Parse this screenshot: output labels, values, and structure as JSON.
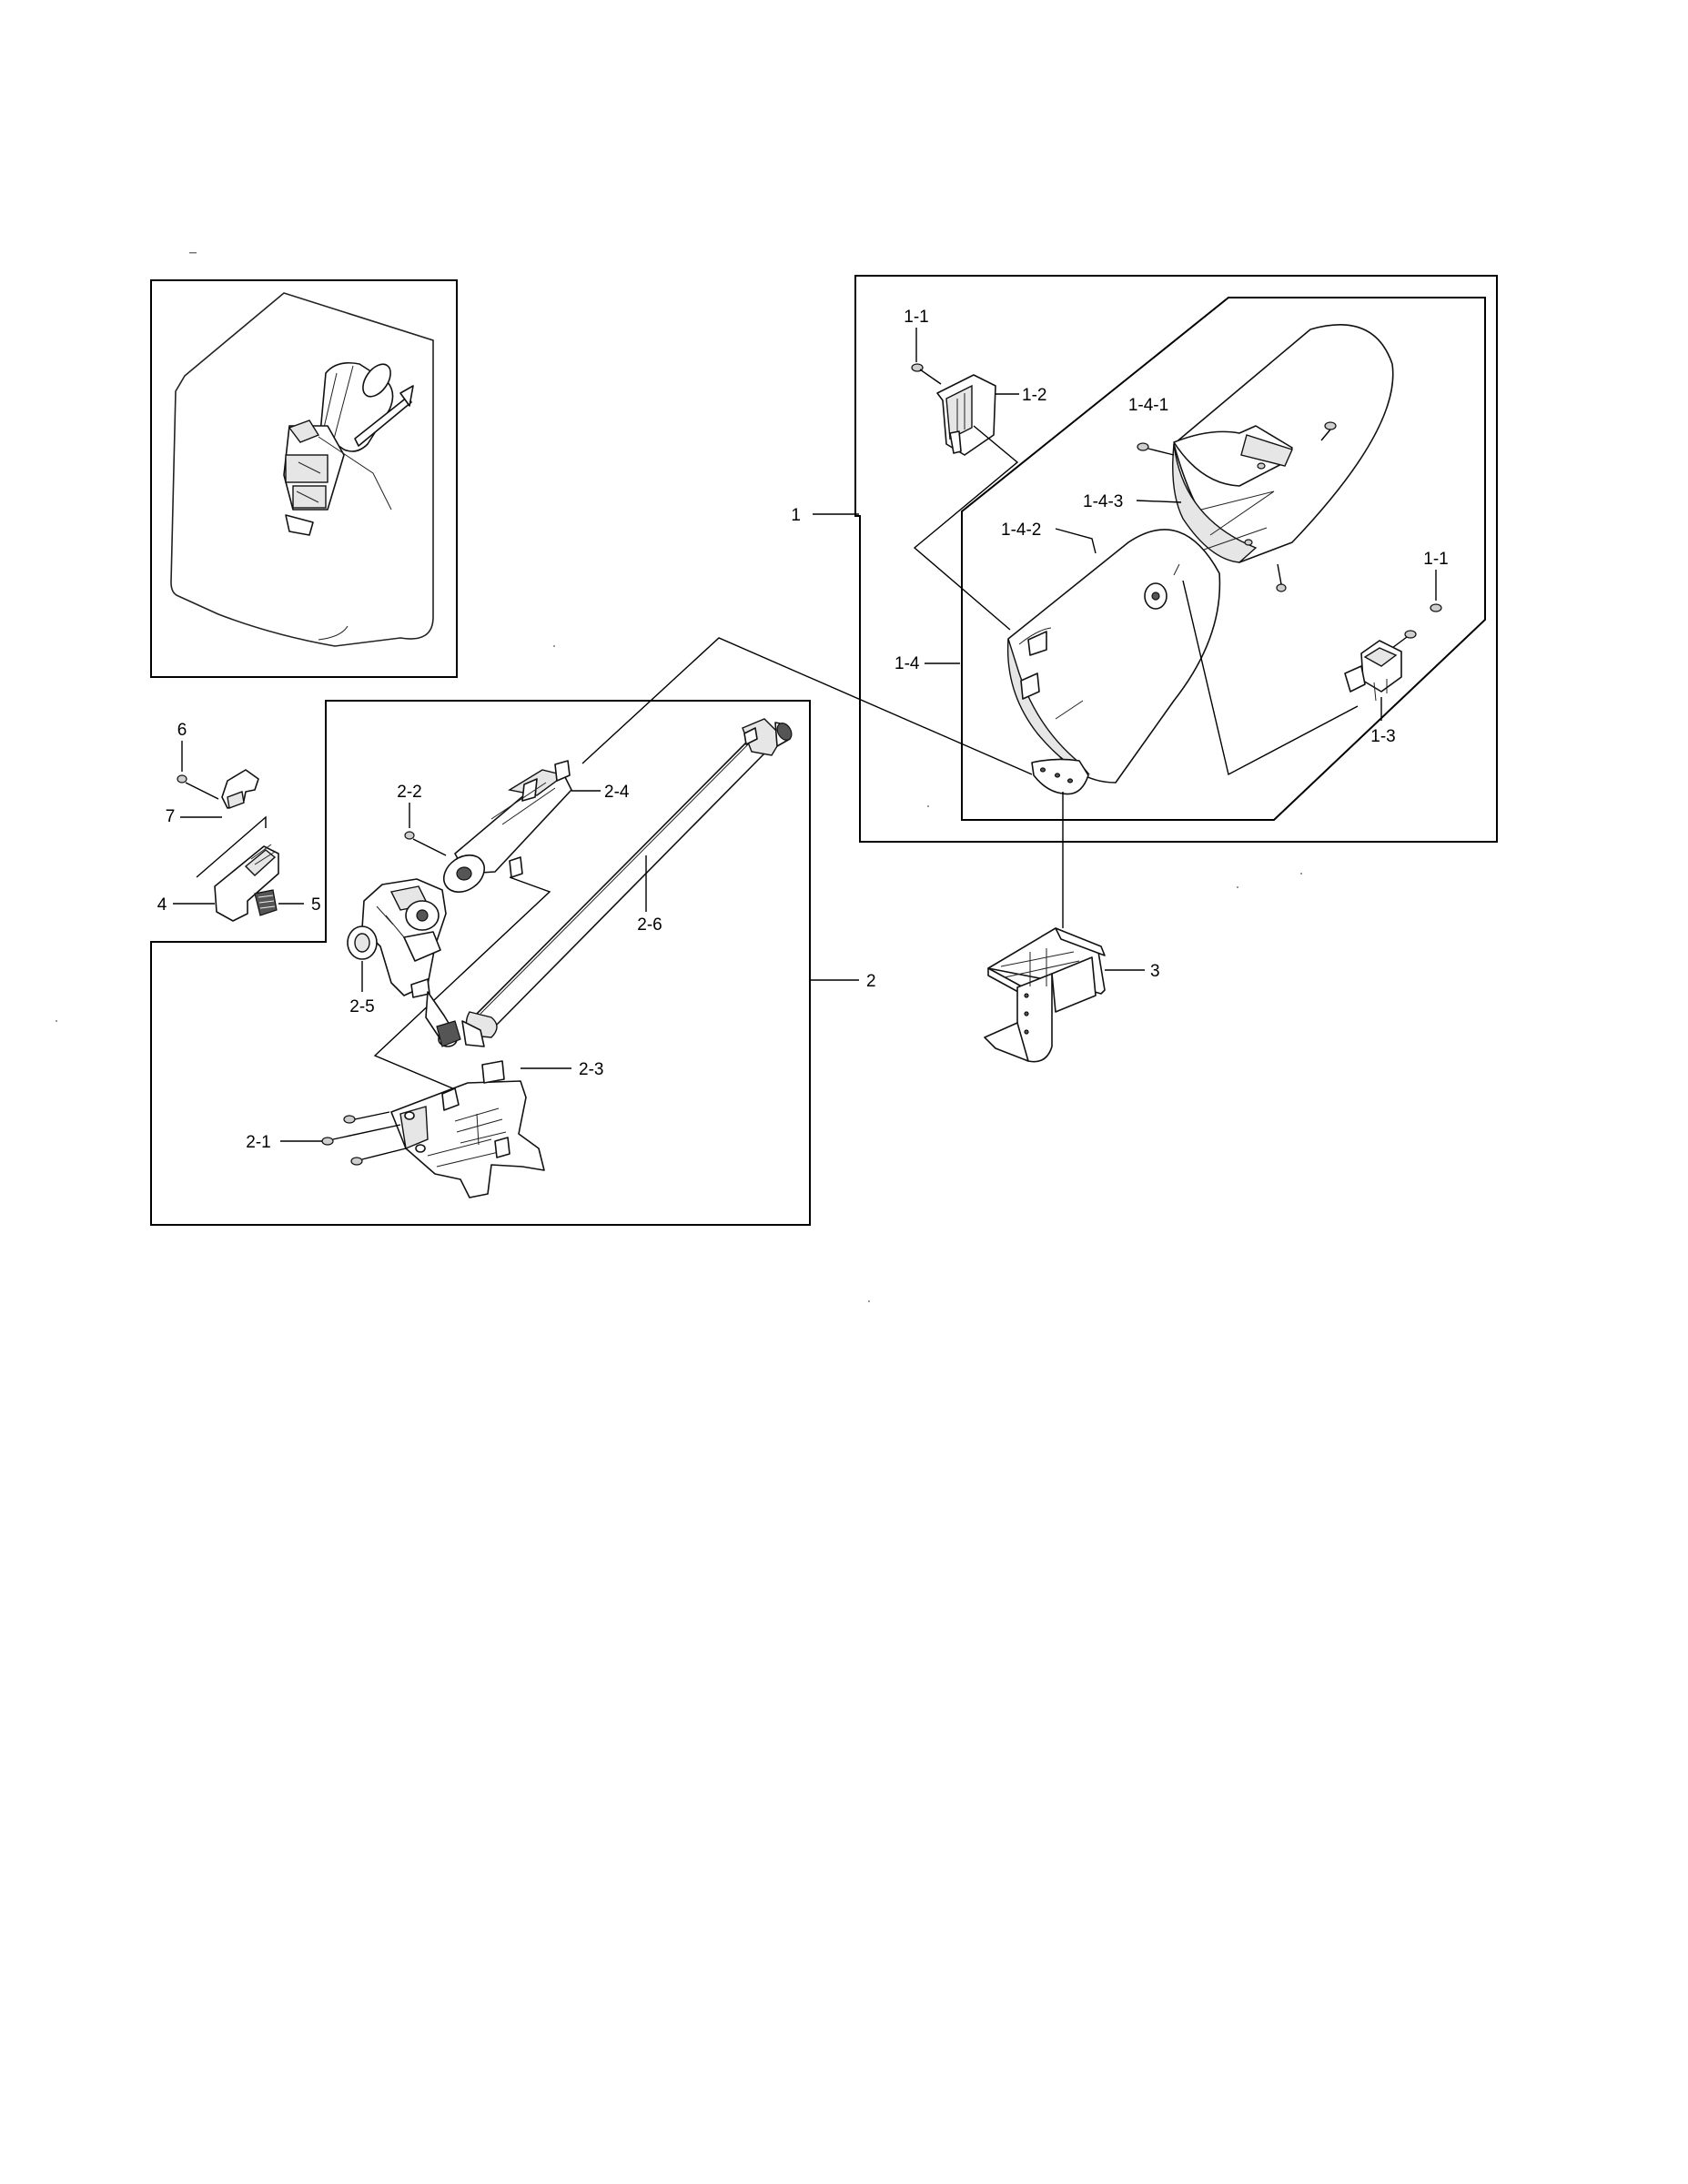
{
  "callouts": {
    "c1": "1",
    "c1_1a": "1-1",
    "c1_1b": "1-1",
    "c1_2": "1-2",
    "c1_3": "1-3",
    "c1_4": "1-4",
    "c1_4_1": "1-4-1",
    "c1_4_2": "1-4-2",
    "c1_4_3": "1-4-3",
    "c2": "2",
    "c2_1": "2-1",
    "c2_2": "2-2",
    "c2_3": "2-3",
    "c2_4": "2-4",
    "c2_5": "2-5",
    "c2_6": "2-6",
    "c3": "3",
    "c4": "4",
    "c5": "5",
    "c6": "6",
    "c7": "7"
  }
}
